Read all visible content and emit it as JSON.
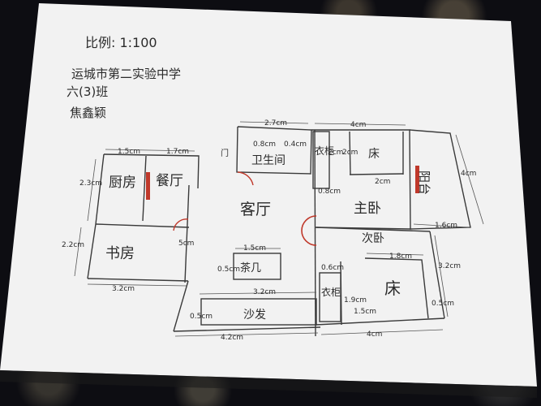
{
  "header": {
    "scale": "比例: 1:100",
    "school": "运城市第二实验中学",
    "class": "六(3)班",
    "author": "焦鑫颖"
  },
  "rooms": {
    "kitchen": "厨房",
    "dining": "餐厅",
    "study": "书房",
    "bathroom": "卫生间",
    "living": "客厅",
    "master": "主卧",
    "second": "次卧",
    "balcony": "阳台",
    "wardrobe1": "衣柜",
    "wardrobe2": "衣柜",
    "bed1": "床",
    "bed2": "床",
    "tea_table": "茶几",
    "sofa": "沙发",
    "door_label": "门"
  },
  "dimensions": {
    "kitchen_w": "1.5cm",
    "dining_w": "1.7cm",
    "kitchen_h": "2.3cm",
    "study_h": "2.2cm",
    "study_w": "3.2cm",
    "bath_w": "2.7cm",
    "master_w": "4cm",
    "wardrobe_h": "2cm",
    "bed1_w": "2cm",
    "bed1_h": "2cm",
    "balcony_h": "4cm",
    "balcony_w": "1.6cm",
    "second_h": "3.2cm",
    "bed2_w": "1.8cm",
    "wardrobe2_h": "1.5cm",
    "small1": "0.5cm",
    "small2": "0.6cm",
    "tea_w": "1.5cm",
    "sofa_w": "3.2cm",
    "bottom_left": "4.2cm",
    "bottom_right": "4cm",
    "gap": "0.8cm",
    "study_gap": "5cm",
    "bath_small": "0.8cm",
    "bath_small2": "0.4cm",
    "bed2_gap": "0.5cm",
    "bed2_h": "1.9cm"
  }
}
